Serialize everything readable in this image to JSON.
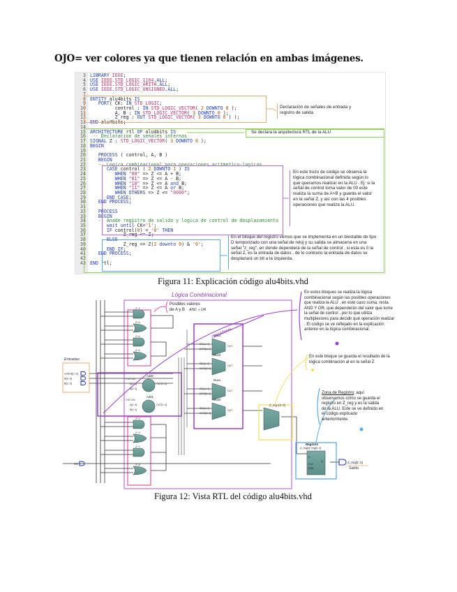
{
  "heading": "OJO= ver colores ya que tienen relación en ambas imágenes.",
  "figure11": {
    "caption": "Figura 11: Explicación código alu4bits.vhd",
    "code_lines": [
      {
        "n": "3",
        "t": "LIBRARY IEEE;"
      },
      {
        "n": "4",
        "t": "USE IEEE.STD_LOGIC_1164.ALL;"
      },
      {
        "n": "5",
        "t": "USE IEEE.STD_LOGIC_ARITH.ALL;"
      },
      {
        "n": "6",
        "t": "USE IEEE.STD_LOGIC_UNSIGNED.ALL;"
      },
      {
        "n": "7",
        "t": ""
      },
      {
        "n": "8",
        "t": "ENTITY alu4bits IS"
      },
      {
        "n": "9",
        "t": "   PORT( CK: IN STD_LOGIC;"
      },
      {
        "n": "10",
        "t": "         control : IN STD_LOGIC_VECTOR( 2 DOWNTO 0 );"
      },
      {
        "n": "11",
        "t": "         A, B : IN STD_LOGIC_VECTOR( 3 DOWNTO 0 );"
      },
      {
        "n": "12",
        "t": "         Z_reg : OUT STD_LOGIC_VECTOR( 3 DOWNTO 0 ) );"
      },
      {
        "n": "13",
        "t": "END alu4bits;"
      },
      {
        "n": "14",
        "t": ""
      },
      {
        "n": "15",
        "t": "ARCHITECTURE rtl OF alu4bits IS"
      },
      {
        "n": "16",
        "t": " -- Declaracion de senales internas"
      },
      {
        "n": "17",
        "t": "SIGNAL Z : STD_LOGIC_VECTOR( 3 DOWNTO 0 );"
      },
      {
        "n": "18",
        "t": "BEGIN"
      },
      {
        "n": "19",
        "t": ""
      },
      {
        "n": "20",
        "t": "   PROCESS ( control, A, B )"
      },
      {
        "n": "21",
        "t": "   BEGIN"
      },
      {
        "n": "22",
        "t": "   -- Logica combinacional para operaciones aritmetico-logicas"
      },
      {
        "n": "23",
        "t": "      CASE control ( 2 DOWNTO 1 ) IS"
      },
      {
        "n": "24",
        "t": "         WHEN \"00\" => Z <= A + B;"
      },
      {
        "n": "25",
        "t": "         WHEN \"01\" => Z <= A - B;"
      },
      {
        "n": "26",
        "t": "         WHEN \"10\" => Z <= A and B;"
      },
      {
        "n": "27",
        "t": "         WHEN \"11\" => Z <= A or B;"
      },
      {
        "n": "28",
        "t": "         WHEN OTHERS => Z <= \"0000\";"
      },
      {
        "n": "29",
        "t": "      END CASE;"
      },
      {
        "n": "30",
        "t": "   END PROCESS;"
      },
      {
        "n": "31",
        "t": ""
      },
      {
        "n": "32",
        "t": "   PROCESS"
      },
      {
        "n": "33",
        "t": "   BEGIN"
      },
      {
        "n": "34",
        "t": "   -- Anade registro de salida y logica de control de desplazamiento"
      },
      {
        "n": "35",
        "t": "      wait until CK='1';"
      },
      {
        "n": "36",
        "t": "      IF control(0) = '0' THEN"
      },
      {
        "n": "37",
        "t": "            Z_reg <= Z;"
      },
      {
        "n": "38",
        "t": "      ELSE"
      },
      {
        "n": "39",
        "t": "            Z_reg <= Z(2 downto 0) & '0';"
      },
      {
        "n": "40",
        "t": "      END IF;"
      },
      {
        "n": "41",
        "t": "   END PROCESS;"
      },
      {
        "n": "42",
        "t": ""
      },
      {
        "n": "43",
        "t": "END rtl;"
      }
    ],
    "notes": {
      "entity": "Declaración de señales de entrada y registro de salida",
      "architecture": "Se declara la arquitectura RTL de la ALU",
      "combinational": "En este trozo de código se observa la lógica combinacional definida según lo que queramos realizar en la ALU . Ej: si la señal de control toma valor de 00 este realiza la suma de A+B y guarda el valor en la señal Z, y así con las 4 posibles operaciones que realiza la ALU.",
      "register": "En el bloque del registro vemos que se implementa en un biestable de tipo D temporizado con una señal de reloj y su salida se almacena en una señal \"z_reg\", en donde dependerá de la señal de control , si esta es 0 la señal Z, es la entrada de datos , de lo contrario la entrada de datos se desplazará un bit a la izquierda."
    },
    "colors": {
      "entity": "#f0a878",
      "architecture": "#8fcf5a",
      "combinational": "#b46ee0",
      "register": "#5aa8e8"
    }
  },
  "figure12": {
    "caption": "Figura 12: Vista RTL del código alu4bits.vhd",
    "handwritten": {
      "logica": "Lógica Combinacional",
      "operadores": "operadores",
      "entradas": "Entradas",
      "salida": "Salida",
      "and_or": "AND ∝ OR"
    },
    "notes": {
      "posibles": "Posibles valores de A y B",
      "bloques": "En estos bloques se realiza la lógica combinacional según las posibles operaciones que realiza la ALU , en este caso suma, resta AND Y OR, que dependerán del valor que tome la señal de control , por lo que utiliza multiplexores para decidir qué operación realizar . El código se ve reflejado en la explicación anterior en la lógica combinacional.",
      "guarda": "En este bloque se guarda el resultado de la lógica combinación al en la señal Z",
      "zona_title": "Zona de Registro",
      "zona": ": aquí observamos cómo se guarda el registro en Z_reg y es la salida de la ALU. Este se ve definido en el código explicado anteriormente."
    },
    "ports": [
      "control[2..0]",
      "A[3..0]",
      "B[3..0]",
      "CK"
    ],
    "output_port": "Z_reg[3..0]",
    "gates": [
      "Z~1",
      "Z~6",
      "Z~4",
      "Z~5",
      "Z~2",
      "Z~3",
      "Z~7",
      "Z~8"
    ],
    "adders": [
      {
        "name": "Add0",
        "pins": [
          "1'h0 CIN",
          "A[3..0]",
          "B[3..0]",
          "OUT[3..0]"
        ]
      },
      {
        "name": "Add1",
        "pins": [
          "1'h0 CIN",
          "A[4..0]",
          "B[4..0]",
          "OUT[4..0]"
        ]
      }
    ],
    "muxes": [
      "Mux2",
      "Mux3",
      "Mux1",
      "Mux0"
    ],
    "mux_pins": [
      "SEL[1..0]",
      "DATA[3..0]",
      "OUT"
    ],
    "shift_mux": "Z_reg~[3..0]",
    "register": {
      "title": "Registro",
      "label": "Z_reg[0]~reg[3..0]",
      "pins": [
        "D",
        "CLK",
        "Q",
        "ENA"
      ]
    }
  }
}
